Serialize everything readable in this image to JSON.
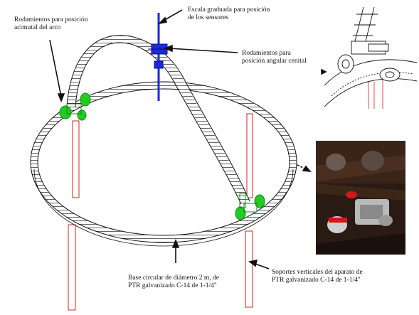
{
  "labels": {
    "azimuth_bearings": "Rodamientos  para  posición",
    "azimuth_bearings_2": "acimutal del arco",
    "scale": "Escala graduada para posición",
    "scale_2": "de los sensores",
    "zenith_bearings": "Rodamientos para",
    "zenith_bearings_2": "posición angular cenital",
    "base": "Base circular de diámetro 2 m, de",
    "base_2": "PTR galvanizado C-14 de 1-1/4\"",
    "supports": "Soportes verticales del aparato de",
    "supports_2": "PTR galvanizado C-14 de 1-1/4\""
  },
  "colors": {
    "bearing": "#22cc22",
    "scale": "#1a2ad8",
    "leg": "#d42020",
    "structure": "#111111"
  }
}
